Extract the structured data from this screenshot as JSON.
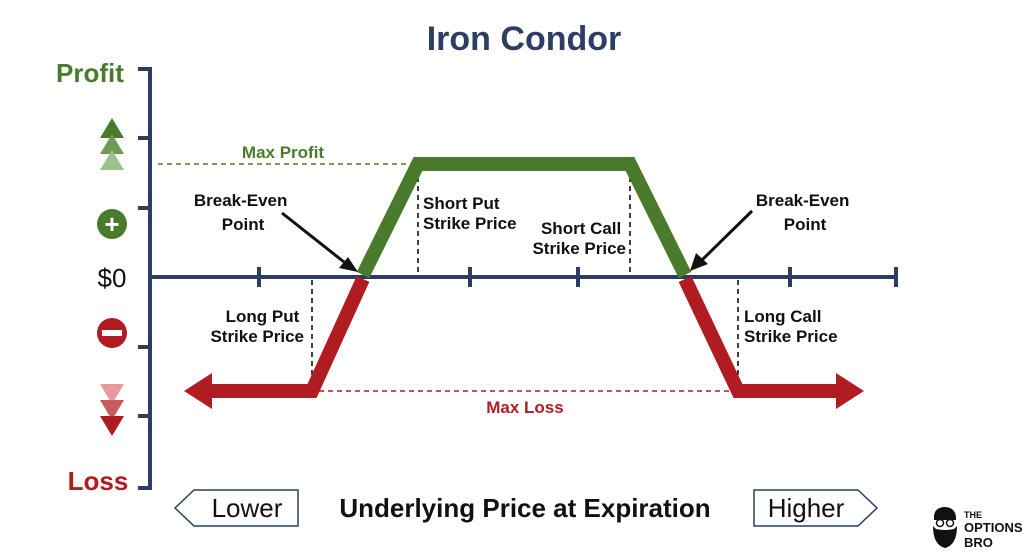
{
  "title": "Iron Condor",
  "y_axis": {
    "top_label": "Profit",
    "bottom_label": "Loss",
    "zero_label": "$0",
    "plus_symbol": "+",
    "minus_symbol": "−"
  },
  "x_axis": {
    "label": "Underlying Price at Expiration",
    "left_label": "Lower",
    "right_label": "Higher"
  },
  "labels": {
    "max_profit": "Max Profit",
    "max_loss": "Max Loss",
    "break_even_left": [
      "Break-Even",
      "Point"
    ],
    "break_even_right": [
      "Break-Even",
      "Point"
    ],
    "short_put": [
      "Short Put",
      "Strike Price"
    ],
    "short_call": [
      "Short Call",
      "Strike Price"
    ],
    "long_put": [
      "Long Put",
      "Strike Price"
    ],
    "long_call": [
      "Long Call",
      "Strike Price"
    ]
  },
  "logo": {
    "line1": "THE",
    "line2": "OPTIONS",
    "line3": "BRO"
  },
  "colors": {
    "axis": "#2c3e63",
    "profit": "#4a7a2c",
    "loss": "#b01c22",
    "title": "#2c3e63",
    "profit_light": "#9ec08a",
    "loss_light": "#e59a9c"
  }
}
